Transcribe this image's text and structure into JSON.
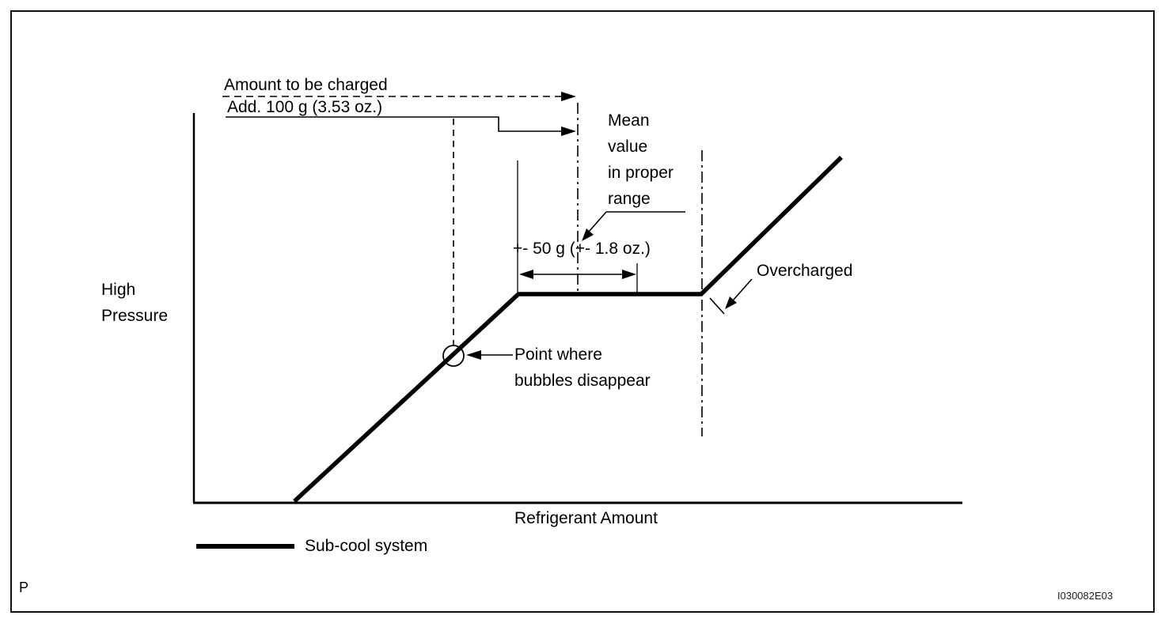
{
  "figure": {
    "page_marker": "P",
    "figure_code": "I030082E03"
  },
  "axis": {
    "y_label_lines": [
      "High",
      "Pressure"
    ],
    "x_label": "Refrigerant Amount"
  },
  "legend": {
    "label": "Sub-cool system"
  },
  "annotations": {
    "amount_to_be_charged": "Amount to be charged",
    "add_amount": "Add. 100 g (3.53 oz.)",
    "mean_value_lines": [
      "Mean",
      "value",
      "in proper",
      "range"
    ],
    "tolerance_range": "+- 50 g (+- 1.8 oz.)",
    "overcharged": "Overcharged",
    "bubbles_point_lines": [
      "Point where",
      "bubbles disappear"
    ]
  },
  "colors": {
    "ink": "#000000",
    "background": "#ffffff"
  }
}
